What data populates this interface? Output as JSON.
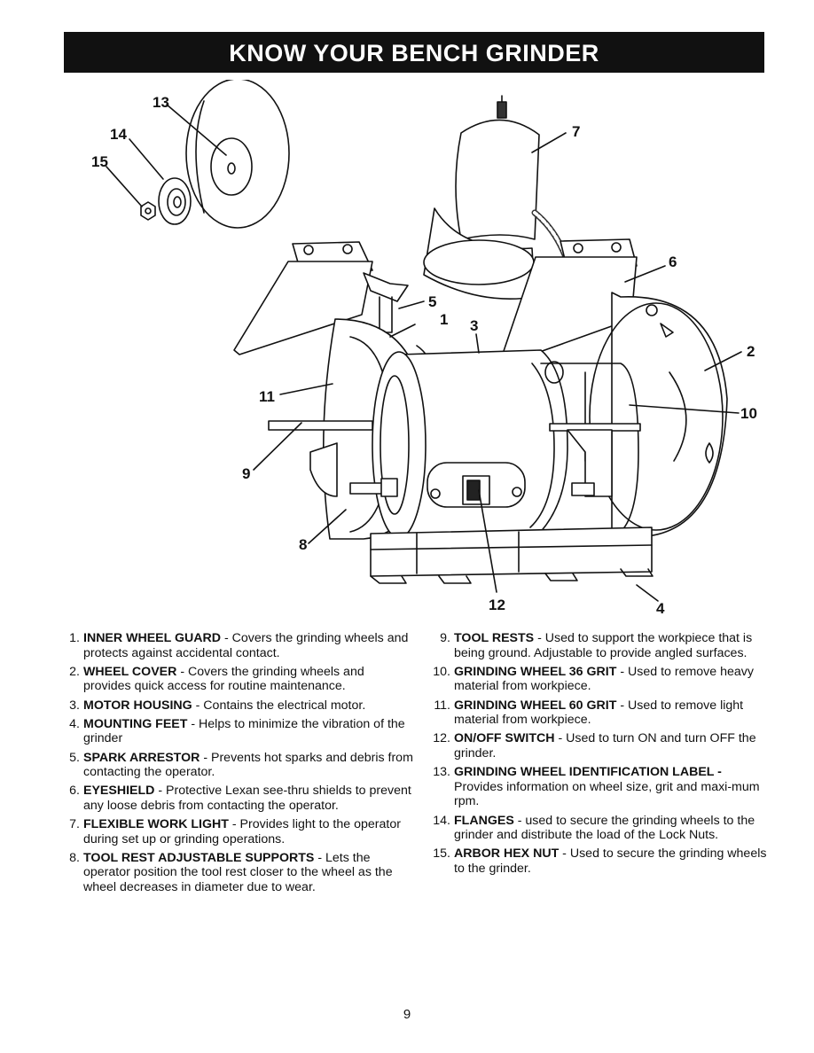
{
  "header": {
    "title": "KNOW YOUR BENCH GRINDER"
  },
  "diagram": {
    "callouts": [
      "1",
      "2",
      "3",
      "4",
      "5",
      "6",
      "7",
      "8",
      "9",
      "10",
      "11",
      "12",
      "13",
      "14",
      "15"
    ]
  },
  "parts_left": [
    {
      "num": "1.",
      "term": "INNER WHEEL GUARD",
      "desc": " - Covers the grinding wheels and protects against accidental contact."
    },
    {
      "num": "2.",
      "term": "WHEEL COVER",
      "desc": " - Covers the grinding wheels and provides quick access for routine maintenance."
    },
    {
      "num": "3.",
      "term": "MOTOR HOUSING",
      "desc": " - Contains the electrical motor."
    },
    {
      "num": "4.",
      "term": "MOUNTING FEET",
      "desc": " - Helps to minimize the vibration of the grinder"
    },
    {
      "num": "5.",
      "term": "SPARK ARRESTOR",
      "desc": " - Prevents hot sparks and debris from contacting the operator."
    },
    {
      "num": "6.",
      "term": "EYESHIELD",
      "desc": " - Protective Lexan see-thru shields to prevent any loose debris from contacting the operator."
    },
    {
      "num": "7.",
      "term": "FLEXIBLE WORK LIGHT",
      "desc": " - Provides light to the operator during set up or grinding operations."
    },
    {
      "num": "8.",
      "term": "TOOL REST ADJUSTABLE SUPPORTS",
      "desc": " - Lets the operator position the tool rest closer to the wheel as the wheel decreases in diameter due to wear."
    }
  ],
  "parts_right": [
    {
      "num": "9.",
      "term": "TOOL RESTS",
      "desc": " - Used to support the workpiece that is being ground. Adjustable to provide angled surfaces."
    },
    {
      "num": "10.",
      "term": "GRINDING WHEEL 36 GRIT",
      "desc": " - Used to remove heavy material from workpiece."
    },
    {
      "num": "11.",
      "term": "GRINDING WHEEL 60 GRIT",
      "desc": " - Used to remove light material from workpiece."
    },
    {
      "num": "12.",
      "term": "ON/OFF SWITCH",
      "desc": " - Used to turn ON and turn OFF the grinder."
    },
    {
      "num": "13.",
      "term": "GRINDING WHEEL IDENTIFICATION LABEL -",
      "desc": " Provides information on wheel size, grit and maxi-mum rpm."
    },
    {
      "num": "14.",
      "term": "FLANGES",
      "desc": " - used to secure the grinding wheels to the grinder and distribute the load of the Lock Nuts."
    },
    {
      "num": "15.",
      "term": "ARBOR HEX NUT",
      "desc": " - Used to secure the grinding wheels to the grinder."
    }
  ],
  "footer": {
    "page_number": "9"
  }
}
